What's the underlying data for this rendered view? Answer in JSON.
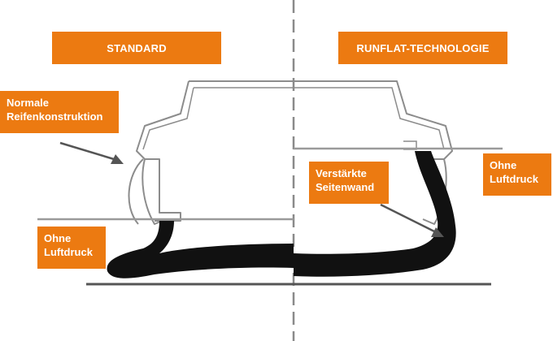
{
  "headers": {
    "standard": "STANDARD",
    "runflat": "RUNFLAT-TECHNOLOGIE"
  },
  "callouts": {
    "normal_construction": "Normale\nReifenkonstruktion",
    "no_pressure_left": "Ohne\nLuftdruck",
    "reinforced_sidewall": "Verstärkte\nSeitenwand",
    "no_pressure_right": "Ohne\nLuftdruck"
  },
  "colors": {
    "accent": "#ec7a11",
    "tire": "#111111",
    "rim_outline": "#8c8c8c",
    "guide_line": "#9a9a9a",
    "divider": "#8a8a8a"
  }
}
